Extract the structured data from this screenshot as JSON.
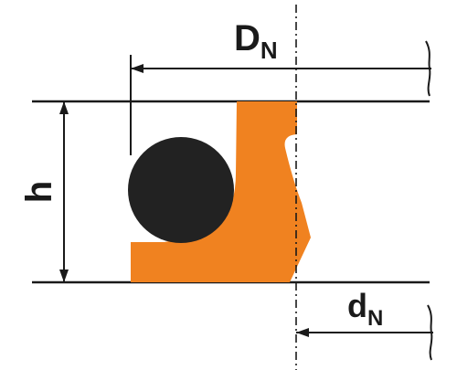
{
  "labels": {
    "outer_diameter_main": "D",
    "outer_diameter_sub": "N",
    "inner_diameter_main": "d",
    "inner_diameter_sub": "N",
    "height": "h"
  },
  "colors": {
    "seal": "#f08220",
    "oring": "#222222",
    "line": "#1a1a1a"
  }
}
